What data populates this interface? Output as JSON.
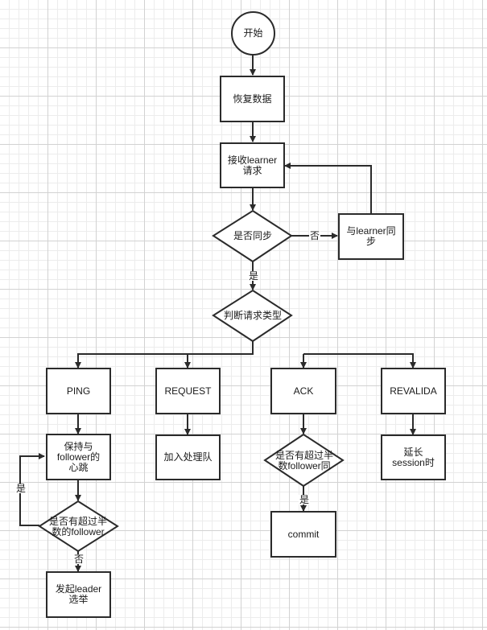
{
  "flowchart": {
    "start": "开始",
    "restore": "恢复数据",
    "receive": "接收learner\n请求",
    "is_synced": "是否同步",
    "sync_learner": "与learner同\n步",
    "judge_type": "判断请求类型",
    "ping": "PING",
    "request": "REQUEST",
    "ack": "ACK",
    "revalidate": "REVALIDA",
    "keep_heartbeat": "保持与\nfollower的\n心跳",
    "add_queue": "加入处理队",
    "ack_majority": "是否有超过半\n数follower同",
    "extend_session": "延长\nsession时",
    "heartbeat_majority": "是否有超过半\n数的follower",
    "commit": "commit",
    "start_election": "发起leader\n选举"
  },
  "labels": {
    "no": "否",
    "yes": "是"
  },
  "colors": {
    "stroke": "#2b2b2b",
    "fill": "#ffffff",
    "text": "#1a1a1a"
  }
}
